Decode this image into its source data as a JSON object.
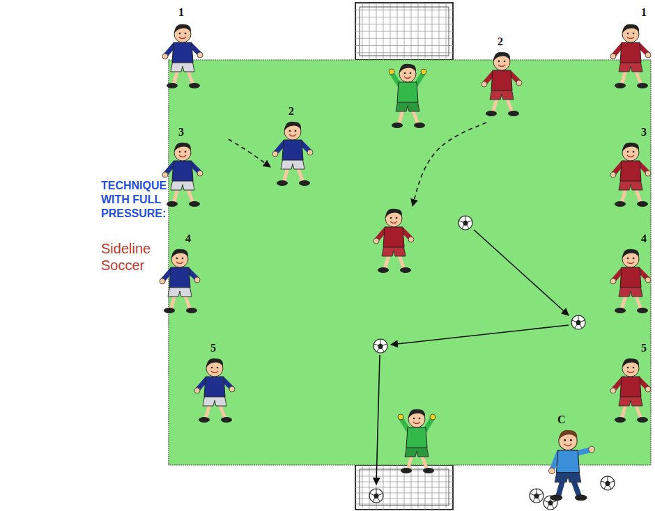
{
  "diagram": {
    "title": "TECHNIQUE WITH FULL PRESSURE:",
    "labels": [
      "Sideline Soccer",
      "1",
      "1",
      "2",
      "2",
      "3",
      "3",
      "4",
      "4",
      "5",
      "5",
      "C"
    ]
  }
}
